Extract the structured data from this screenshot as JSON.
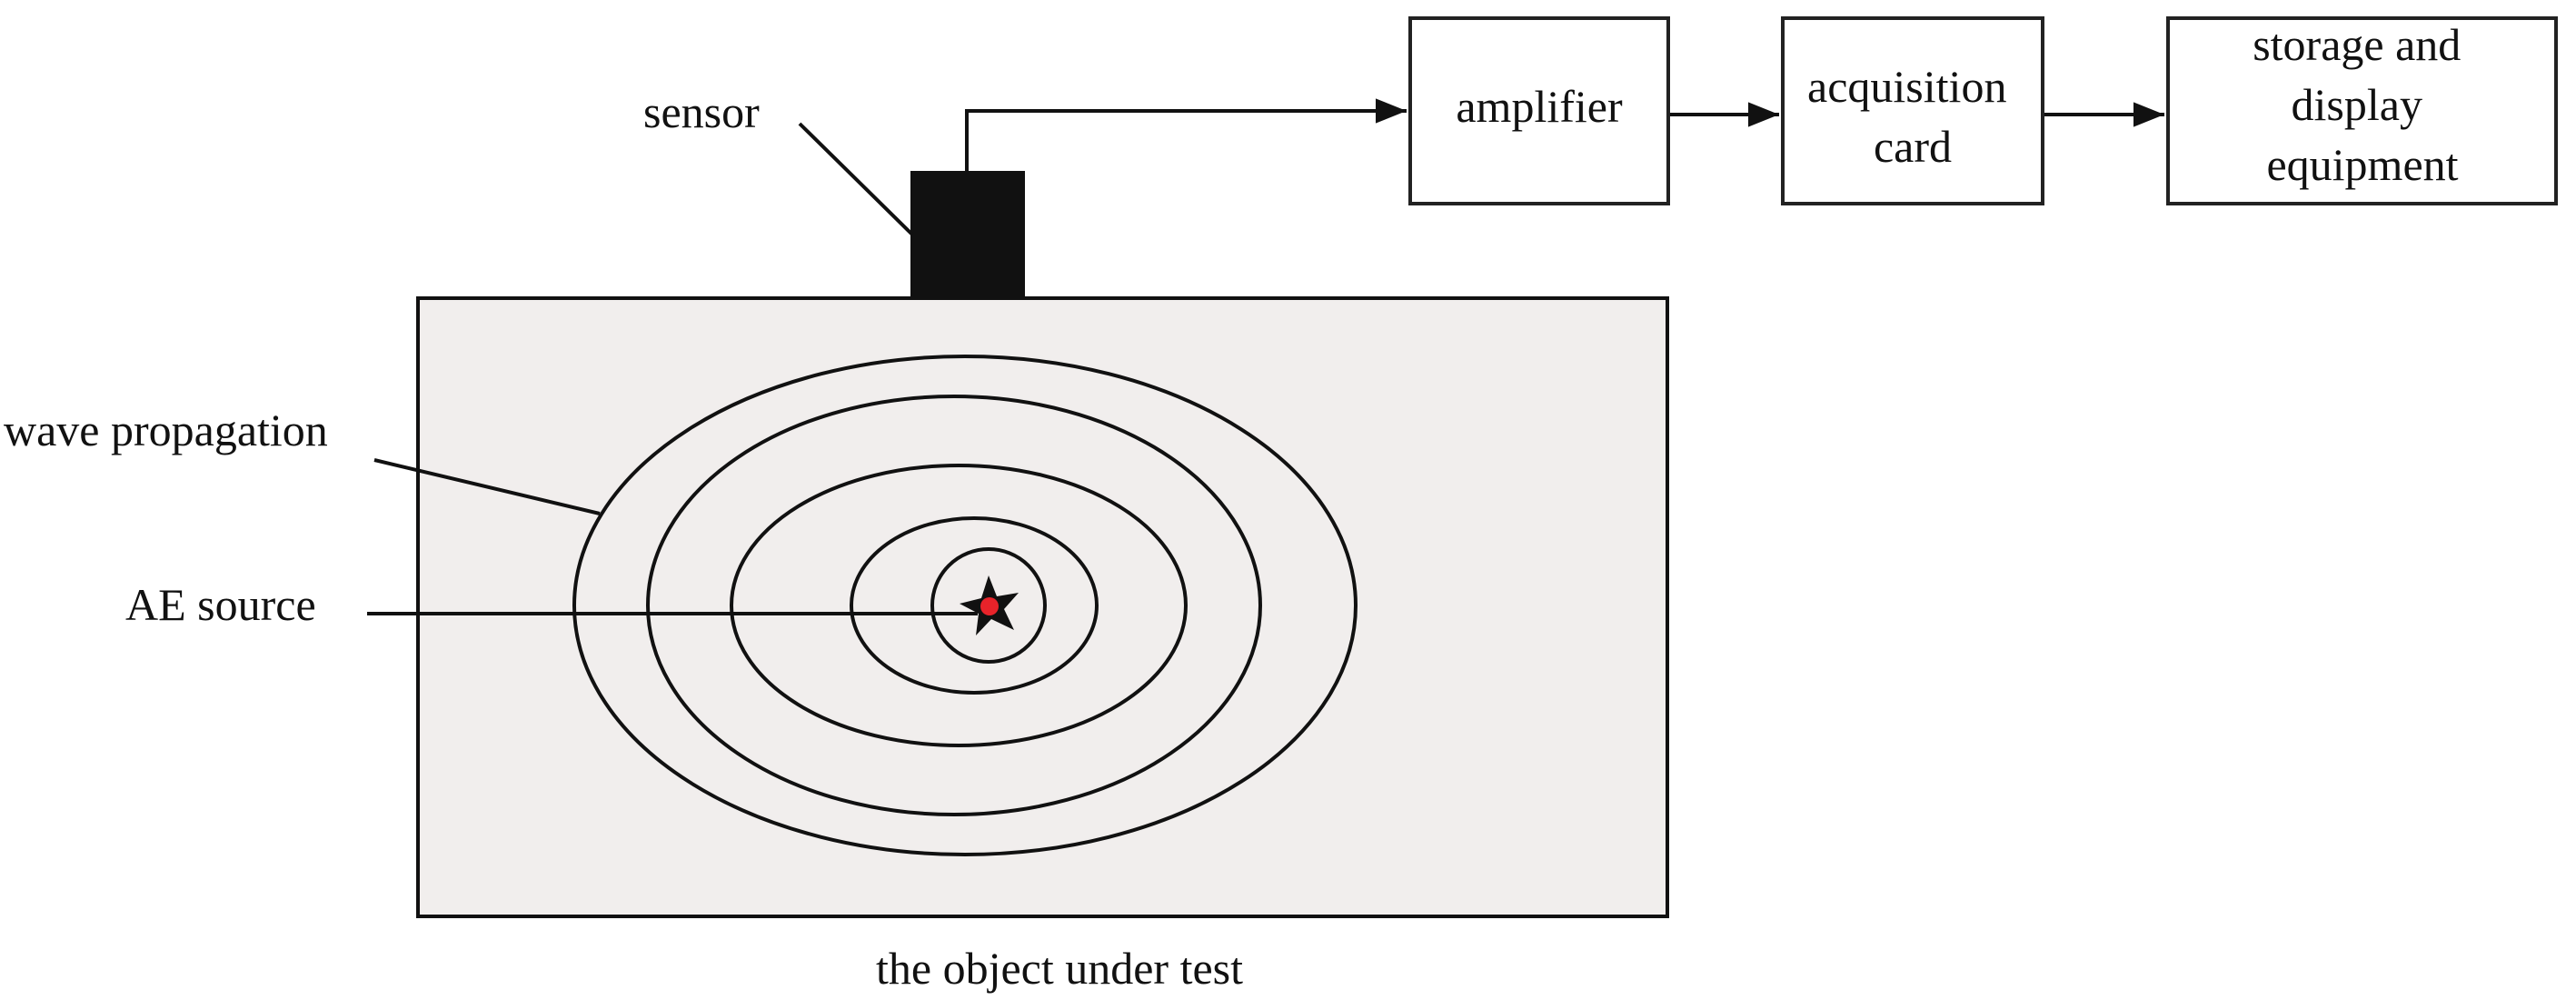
{
  "labels": {
    "sensor": "sensor",
    "wave_propagation": "wave propagation",
    "ae_source": "AE source",
    "object_under_test": "the object under test"
  },
  "blocks": {
    "amplifier": [
      "amplifier"
    ],
    "acquisition_card": [
      "acquisition",
      "card"
    ],
    "storage_display": [
      "storage and",
      "display",
      "equipment"
    ]
  },
  "colors": {
    "object_fill": "#f1eeed",
    "sensor_fill": "#111111",
    "source_mark": "#e8232a",
    "ink": "#111111"
  }
}
